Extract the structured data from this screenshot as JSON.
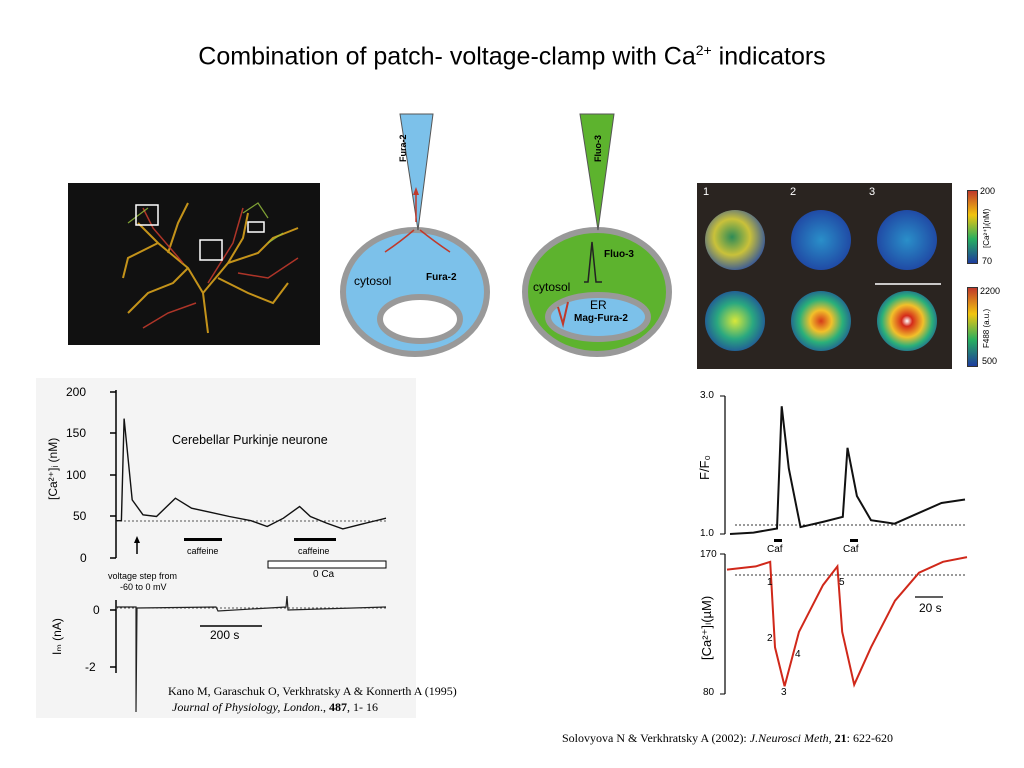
{
  "title": {
    "main": "Combination of patch- voltage-clamp with Ca",
    "sup": "2+",
    "tail": " indicators"
  },
  "diagram_fura": {
    "pipette_label": "Fura-2",
    "cytosol_label": "cytosol",
    "dye_label": "Fura-2",
    "pipette_color": "#7cc1ea",
    "cell_color": "#7cc1ea"
  },
  "diagram_fluo": {
    "pipette_label": "Fluo-3",
    "cytosol_label": "cytosol",
    "dye_label": "Fluo-3",
    "er_label": "ER",
    "er_dye_label": "Mag-Fura-2",
    "pipette_color": "#5db32e",
    "cell_color": "#5db32e"
  },
  "imaging_panel": {
    "panel_numbers": [
      "1",
      "2",
      "3"
    ],
    "scale_top": {
      "max": "200",
      "min": "70",
      "label": "[Ca²⁺]ᵢ(nM)"
    },
    "scale_bottom": {
      "max": "2200",
      "min": "500",
      "label": "F488 (a.u.)"
    }
  },
  "left_chart": {
    "title": "Cerebellar Purkinje neurone",
    "ylabel": "[Ca²⁺]ᵢ (nM)",
    "yticks": [
      "200",
      "150",
      "100",
      "50",
      "0"
    ],
    "caffeine_labels": [
      "caffeine",
      "caffeine"
    ],
    "zero_ca_label": "0 Ca",
    "voltage_step_label_1": "voltage step from",
    "voltage_step_label_2": "-60 to 0 mV",
    "im_ylabel": "Iₘ (nA)",
    "im_yticks": [
      "0",
      "-2"
    ],
    "scale_bar_label": "200 s"
  },
  "citation_left": {
    "authors": "Kano M, Garaschuk O, Verkhratsky A & Konnerth A (1995)",
    "journal": "Journal of Physiology, London",
    "sep": ".,",
    "volume": "487",
    "pages": ", 1- 16"
  },
  "right_top_chart": {
    "ylabel": "F/F₀",
    "yticks": [
      "3.0",
      "1.0"
    ],
    "caf_labels": [
      "Caf",
      "Caf"
    ]
  },
  "right_bottom_chart": {
    "ylabel": "[Ca²⁺]ₗ(µM)",
    "yticks": [
      "170",
      "80"
    ],
    "scale_bar_label": "20 s",
    "point_labels": [
      "1",
      "2",
      "3",
      "4",
      "5"
    ]
  },
  "citation_right": {
    "prefix": "Solovyova N & Verkhratsky A (2002): ",
    "journal": "J.Neurosci Meth,",
    "volume": "21",
    "pages": ": 622-620"
  },
  "chart_data": [
    {
      "type": "line",
      "title": "Cerebellar Purkinje neurone",
      "xlabel": "",
      "ylabel": "[Ca²⁺]ᵢ (nM)",
      "ylim": [
        0,
        200
      ],
      "series": [
        {
          "x": [
            0,
            0.02,
            0.03,
            0.06,
            0.1,
            0.15,
            0.22,
            0.28,
            0.35,
            0.42,
            0.5,
            0.56,
            0.62,
            0.68,
            0.72,
            0.78,
            0.84,
            0.9,
            0.95,
            1.0
          ],
          "values": [
            45,
            45,
            168,
            70,
            52,
            50,
            72,
            60,
            55,
            50,
            45,
            38,
            48,
            62,
            50,
            42,
            35,
            40,
            44,
            48
          ]
        }
      ]
    },
    {
      "type": "line",
      "ylabel": "F/F₀",
      "ylim": [
        1.0,
        3.0
      ],
      "series": [
        {
          "x": [
            0,
            0.1,
            0.2,
            0.22,
            0.25,
            0.3,
            0.4,
            0.48,
            0.5,
            0.54,
            0.6,
            0.7,
            0.8,
            0.9,
            1.0
          ],
          "values": [
            1.0,
            1.02,
            1.08,
            2.85,
            1.95,
            1.1,
            1.18,
            1.25,
            2.25,
            1.55,
            1.2,
            1.15,
            1.3,
            1.45,
            1.5
          ]
        }
      ]
    },
    {
      "type": "line",
      "ylabel": "[Ca²⁺]ₗ(µM)",
      "ylim": [
        80,
        170
      ],
      "series": [
        {
          "x": [
            0,
            0.12,
            0.18,
            0.2,
            0.24,
            0.3,
            0.4,
            0.46,
            0.48,
            0.53,
            0.6,
            0.7,
            0.8,
            0.9,
            1.0
          ],
          "values": [
            160,
            162,
            165,
            110,
            85,
            120,
            150,
            162,
            120,
            86,
            110,
            140,
            158,
            165,
            168
          ]
        }
      ]
    }
  ]
}
